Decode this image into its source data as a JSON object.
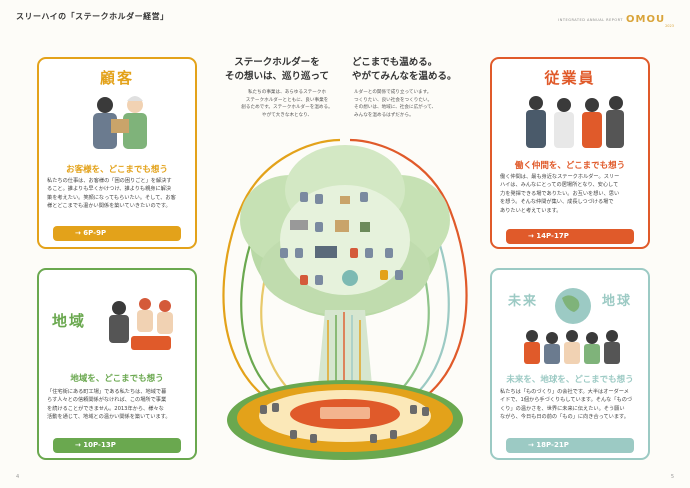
{
  "header": {
    "title": "スリーハイの「ステークホルダー経営」",
    "brand_small": "INTEGRATED ANNUAL REPORT",
    "brand": "OMOU",
    "brand_year": "2023"
  },
  "center": {
    "left_title_1": "ステークホルダーを",
    "left_title_2": "その想いは、巡り巡って",
    "left_body": [
      "私たちの事業は、あらゆるステークホ",
      "ステークホルダーとともに、良い事業を",
      "創るためです。ステークホルダーを温める。",
      "やがて大きな木となり、"
    ],
    "right_title_1": "どこまでも温める。",
    "right_title_2": "やがてみんなを温める。",
    "right_body": [
      "ルダーとの関係で成り立っています。",
      "つくりたい、良い社会をつくりたい。",
      "その想いは、地域に、社会に広がって、",
      "みんなを温めるはずだから。"
    ]
  },
  "cards": {
    "customer": {
      "title": "顧客",
      "headline": "お客様を、どこまでも想う",
      "body": [
        "私たちの仕事は、お客様の「困の困りごと」を解決す",
        "ること。誰よりも早くかけつけ、誰よりも親身に解決",
        "策を考えたい。笑顔になってもらいたい。そして、お客",
        "様とどこまでも温かい関係を築いていきたいのです。"
      ],
      "link": "→ 6P-9P"
    },
    "employee": {
      "title": "従業員",
      "headline": "働く仲間を、どこまでも想う",
      "body": [
        "働く仲間は、最も身近なステークホルダー。スリー",
        "ハイは、みんなにとっての居場所となり、安心して",
        "力を発揮できる場でありたい。お互いを想い、思い",
        "を想う。そんな仲間が集い、成長しつづける場で",
        "ありたいと考えています。"
      ],
      "link": "→ 14P-17P"
    },
    "region": {
      "title": "地域",
      "headline": "地域を、どこまでも想う",
      "body": [
        "「住宅街にある町工場」である私たちは、地域で暮",
        "らす人々との信頼関係がなければ、この場所で事業",
        "を続けることができません。2013年から、様々な",
        "活動を通じて、地域との温かい関係を築いています。"
      ],
      "link": "→ 10P-13P"
    },
    "future": {
      "title_left": "未来",
      "title_right": "地球",
      "headline": "未来を、地球を、どこまでも想う",
      "body": [
        "私たちは「ものづくり」の会社です。大半はオーダーメ",
        "イドで、1個から手づくりもしています。そんな「ものづ",
        "くり」の温かさを、世界に未来に伝えたい。そう願い",
        "ながら、今日も日の前の「もの」に向き合っています。"
      ],
      "link": "→ 18P-21P"
    }
  },
  "footer": {
    "page_left": "4",
    "page_right": "5"
  },
  "colors": {
    "customer": "#e3a21a",
    "employee": "#e05a2a",
    "region": "#6aa84f",
    "future": "#9ccac4"
  }
}
